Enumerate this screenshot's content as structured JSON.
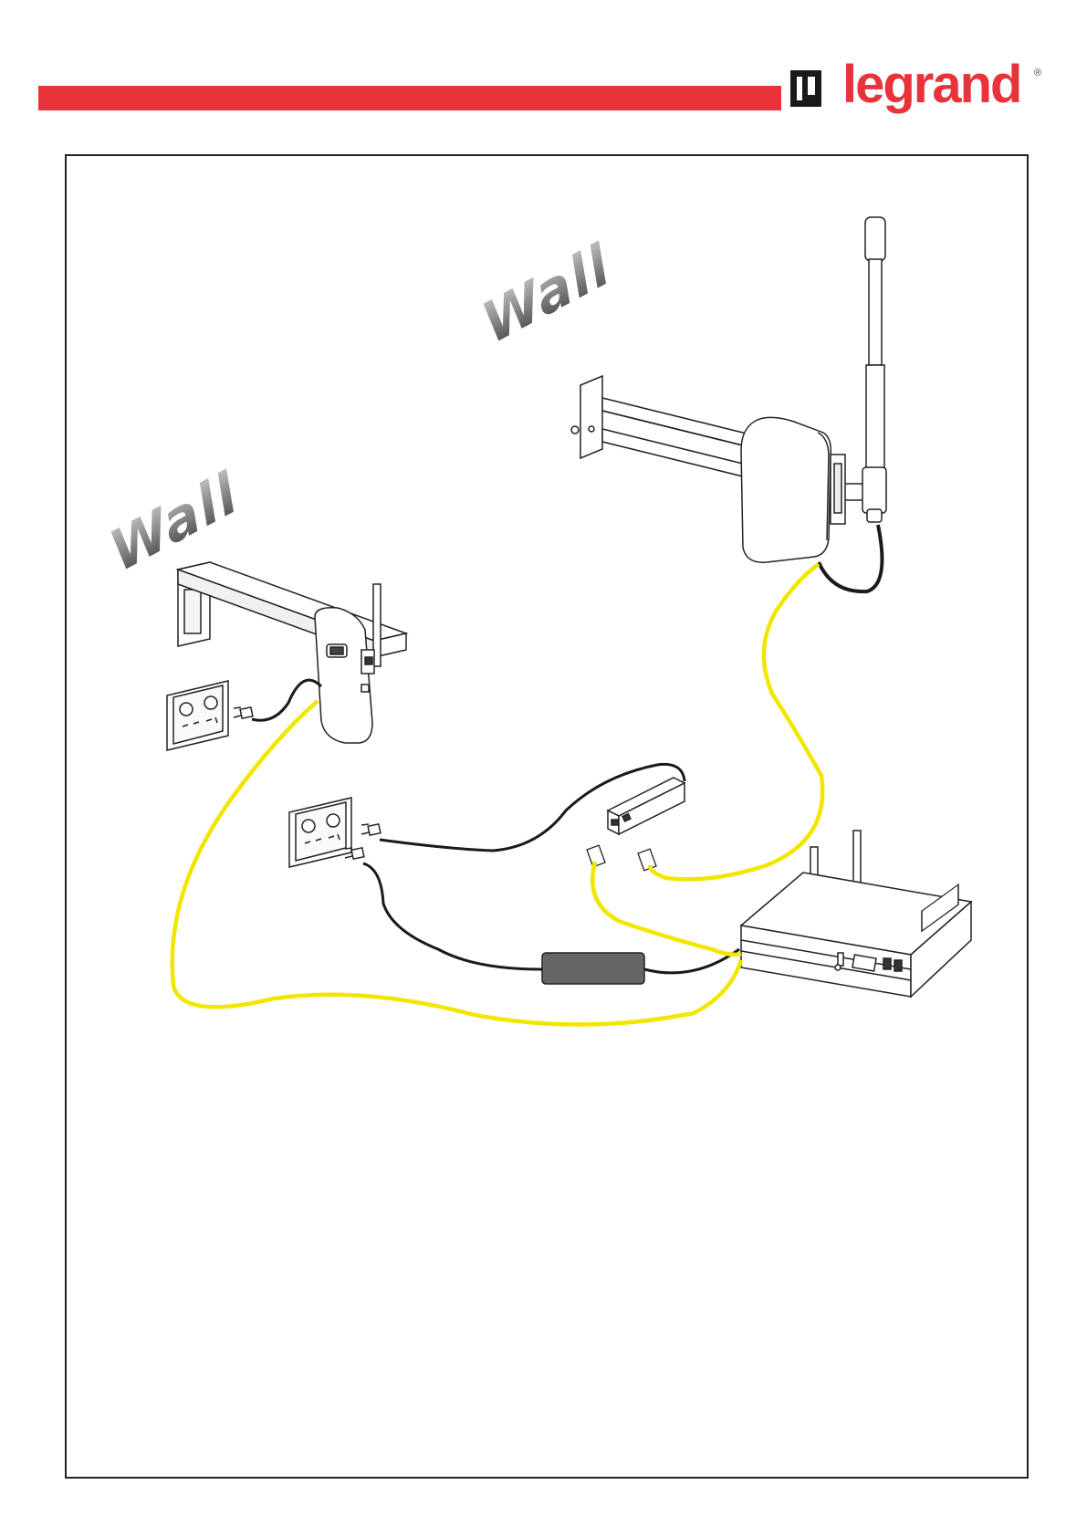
{
  "header": {
    "brand_name": "legrand",
    "brand_reg": "®",
    "brand_color": "#e8333a",
    "logo_icon": "legrand-logo-icon"
  },
  "diagram": {
    "wall_labels": [
      "Wall",
      "Wall"
    ],
    "cable_colors": {
      "ethernet": "#f2e600",
      "power": "#1a1a1a"
    },
    "components": [
      "outdoor-antenna-radio",
      "wall-bracket",
      "indoor-radio-unit",
      "power-outlet",
      "poe-injector",
      "power-adapter",
      "router-box"
    ]
  }
}
